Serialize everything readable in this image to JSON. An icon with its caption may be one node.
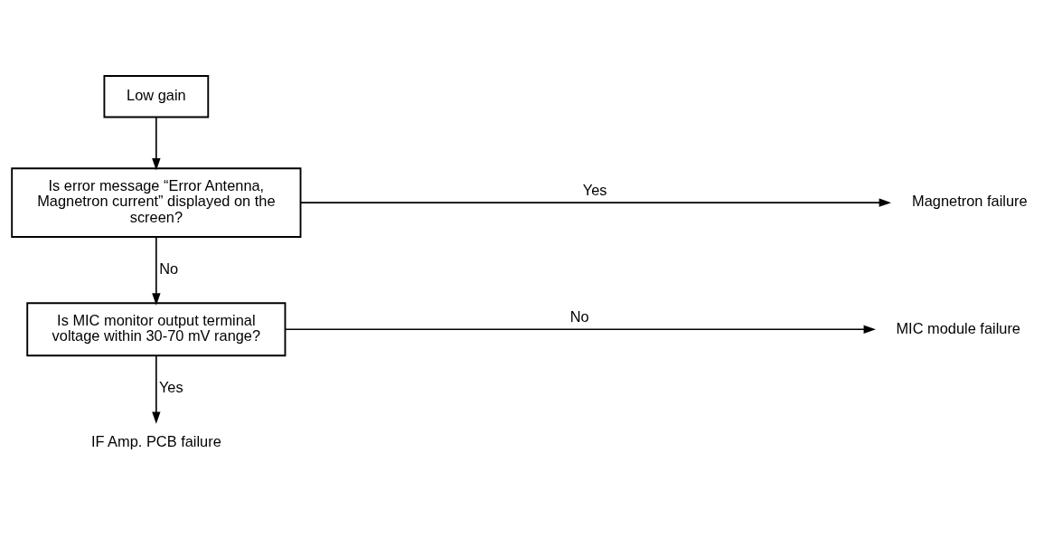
{
  "diagram": {
    "nodes": [
      {
        "text": [
          "Low gain"
        ]
      },
      {
        "text": [
          "Is error message “Error Antenna, Magnetron current” displayed on the screen?"
        ]
      },
      {
        "text": [
          "Magnetron failure"
        ]
      },
      {
        "text": [
          "Is MIC monitor output terminal voltage within 30-70 mV range?"
        ]
      },
      {
        "text": [
          "MIC module failure"
        ]
      },
      {
        "text": [
          "IF Amp. PCB failure"
        ]
      }
    ],
    "edges": [
      {
        "from": 0,
        "to": 1,
        "arrow": "to"
      },
      {
        "from": 1,
        "to": 2,
        "arrow": "to",
        "label": "Yes"
      },
      {
        "from": 1,
        "to": 3,
        "arrow": "to",
        "label": "No"
      },
      {
        "from": 3,
        "to": 4,
        "arrow": "to",
        "label": "No"
      },
      {
        "from": 3,
        "to": 5,
        "arrow": "to",
        "label": "Yes"
      }
    ]
  }
}
